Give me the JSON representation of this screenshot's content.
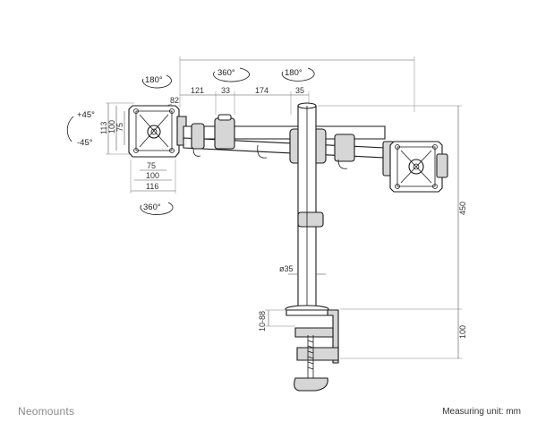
{
  "dimensions": {
    "arm_segment_1": "121",
    "arm_segment_2": "33",
    "arm_segment_3": "174",
    "arm_segment_4": "35",
    "arm_depth": "82",
    "vesa_height_outer": "113",
    "vesa_height_mid": "100",
    "vesa_height_inner": "75",
    "vesa_width_inner": "75",
    "vesa_width_mid": "100",
    "vesa_width_outer": "116",
    "pole_diameter": "ø35",
    "total_height": "450",
    "clamp_base_height": "100",
    "desk_thickness": "10-88"
  },
  "rotations": {
    "rotate_top_left": "180°",
    "rotate_arm": "360°",
    "rotate_arm_right": "180°",
    "rotate_screen": "360°",
    "tilt_up": "+45°",
    "tilt_down": "-45°"
  },
  "footer": {
    "brand": "Neomounts",
    "unit_note": "Measuring unit: mm"
  }
}
